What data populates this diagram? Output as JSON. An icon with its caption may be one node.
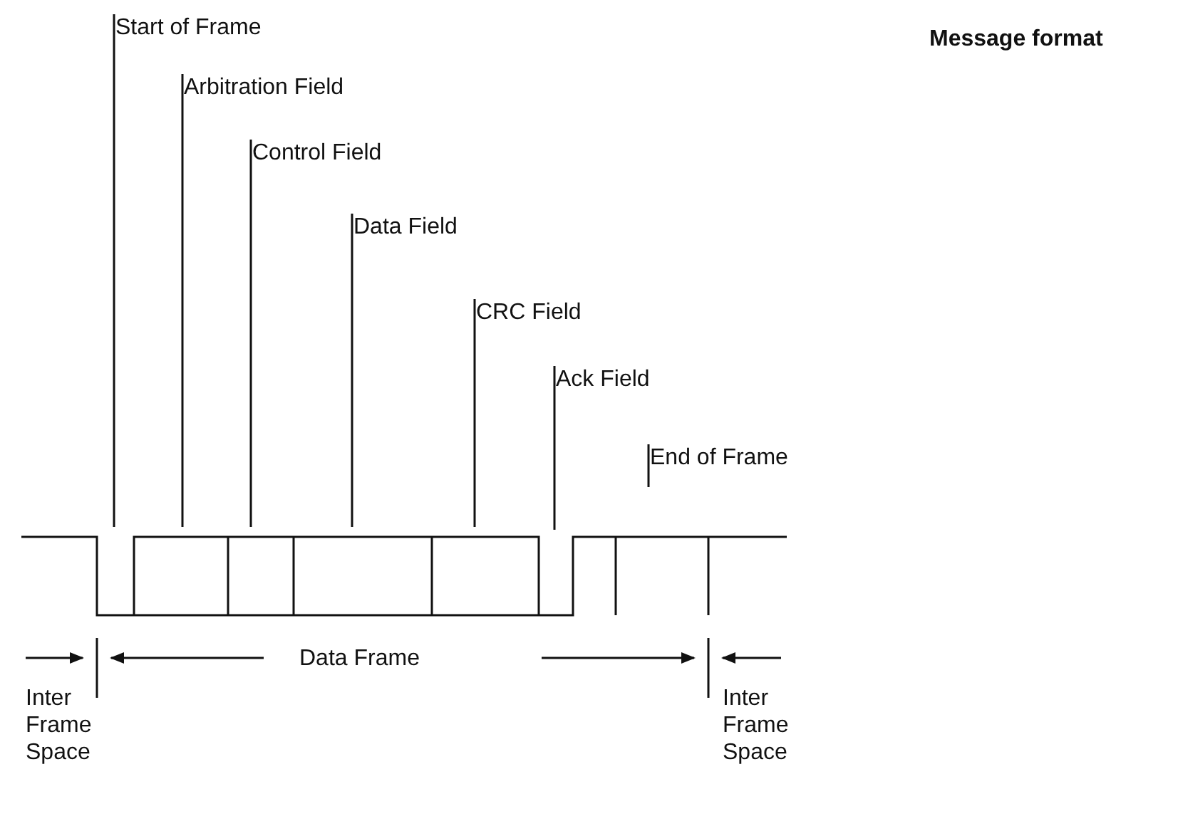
{
  "diagram": {
    "title": "Message format",
    "nodes": [
      {
        "text": [
          "Start of Frame"
        ]
      },
      {
        "text": [
          "Arbitration Field"
        ]
      },
      {
        "text": [
          "Control Field"
        ]
      },
      {
        "text": [
          "Data Field"
        ]
      },
      {
        "text": [
          "CRC Field"
        ]
      },
      {
        "text": [
          "Ack Field"
        ]
      },
      {
        "text": [
          "End of Frame"
        ]
      }
    ],
    "edges": [
      {
        "from": 0,
        "to": null,
        "arrow": "none"
      },
      {
        "from": 1,
        "to": null,
        "arrow": "none"
      },
      {
        "from": 2,
        "to": null,
        "arrow": "none"
      },
      {
        "from": 3,
        "to": null,
        "arrow": "none"
      },
      {
        "from": 4,
        "to": null,
        "arrow": "none"
      },
      {
        "from": 5,
        "to": null,
        "arrow": "none"
      },
      {
        "from": 6,
        "to": null,
        "arrow": "none"
      }
    ],
    "labels": [
      "Data Frame",
      "Inter Frame Space",
      "Inter Frame Space"
    ]
  }
}
